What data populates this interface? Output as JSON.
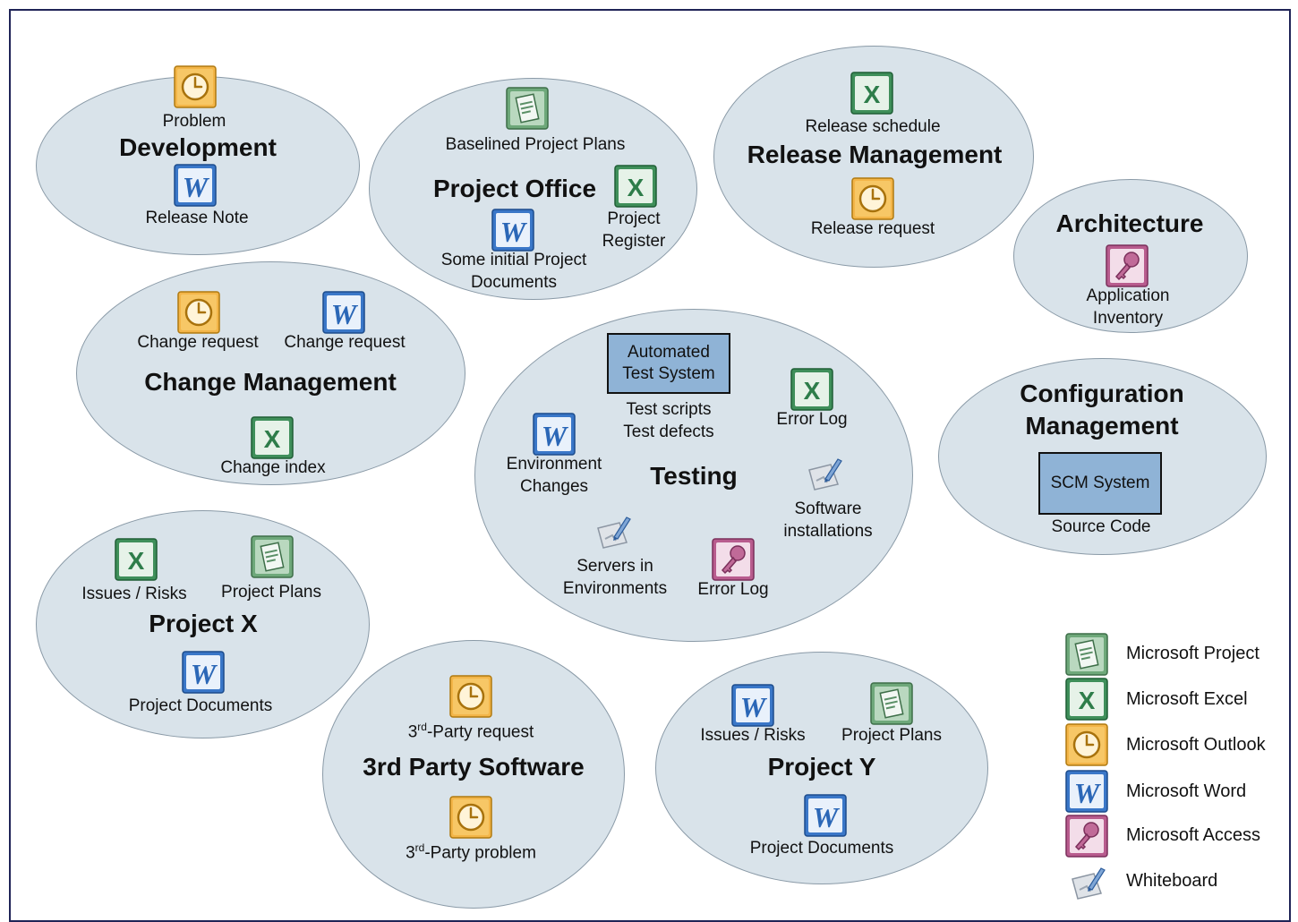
{
  "groups": {
    "development": {
      "title": "Development",
      "problem": "Problem",
      "release_note": "Release Note"
    },
    "project_office": {
      "title": "Project Office",
      "baselined": "Baselined Project Plans",
      "register_1": "Project",
      "register_2": "Register",
      "initial_1": "Some initial Project",
      "initial_2": "Documents"
    },
    "release_management": {
      "title": "Release Management",
      "schedule": "Release schedule",
      "request": "Release request"
    },
    "architecture": {
      "title": "Architecture",
      "inventory_1": "Application",
      "inventory_2": "Inventory"
    },
    "change_management": {
      "title": "Change Management",
      "request_outlook": "Change request",
      "request_word": "Change request",
      "index": "Change index"
    },
    "testing": {
      "title": "Testing",
      "ats_1": "Automated",
      "ats_2": "Test System",
      "scripts": "Test scripts",
      "defects": "Test defects",
      "error_log_excel": "Error Log",
      "env_1": "Environment",
      "env_2": "Changes",
      "sw_1": "Software",
      "sw_2": "installations",
      "servers_1": "Servers in",
      "servers_2": "Environments",
      "error_log_access": "Error Log"
    },
    "configuration_management": {
      "title_1": "Configuration",
      "title_2": "Management",
      "scm": "SCM System",
      "source": "Source Code"
    },
    "project_x": {
      "title": "Project X",
      "issues": "Issues / Risks",
      "plans": "Project Plans",
      "docs": "Project Documents"
    },
    "third_party": {
      "title": "3rd Party Software",
      "req_sup": "rd",
      "req_pre": "3",
      "req_post": "-Party request",
      "prob_pre": "3",
      "prob_sup": "rd",
      "prob_post": "-Party problem"
    },
    "project_y": {
      "title": "Project Y",
      "issues": "Issues / Risks",
      "plans": "Project Plans",
      "docs": "Project Documents"
    }
  },
  "legend": [
    {
      "icon": "project-icon",
      "label": "Microsoft Project"
    },
    {
      "icon": "excel-icon",
      "label": "Microsoft Excel"
    },
    {
      "icon": "outlook-icon",
      "label": "Microsoft Outlook"
    },
    {
      "icon": "word-icon",
      "label": "Microsoft Word"
    },
    {
      "icon": "access-icon",
      "label": "Microsoft Access"
    },
    {
      "icon": "whiteboard-icon",
      "label": "Whiteboard"
    }
  ],
  "colors": {
    "ellipse_fill": "#d9e3ea",
    "box_fill": "#8fb3d6",
    "frame": "#1f2457"
  }
}
